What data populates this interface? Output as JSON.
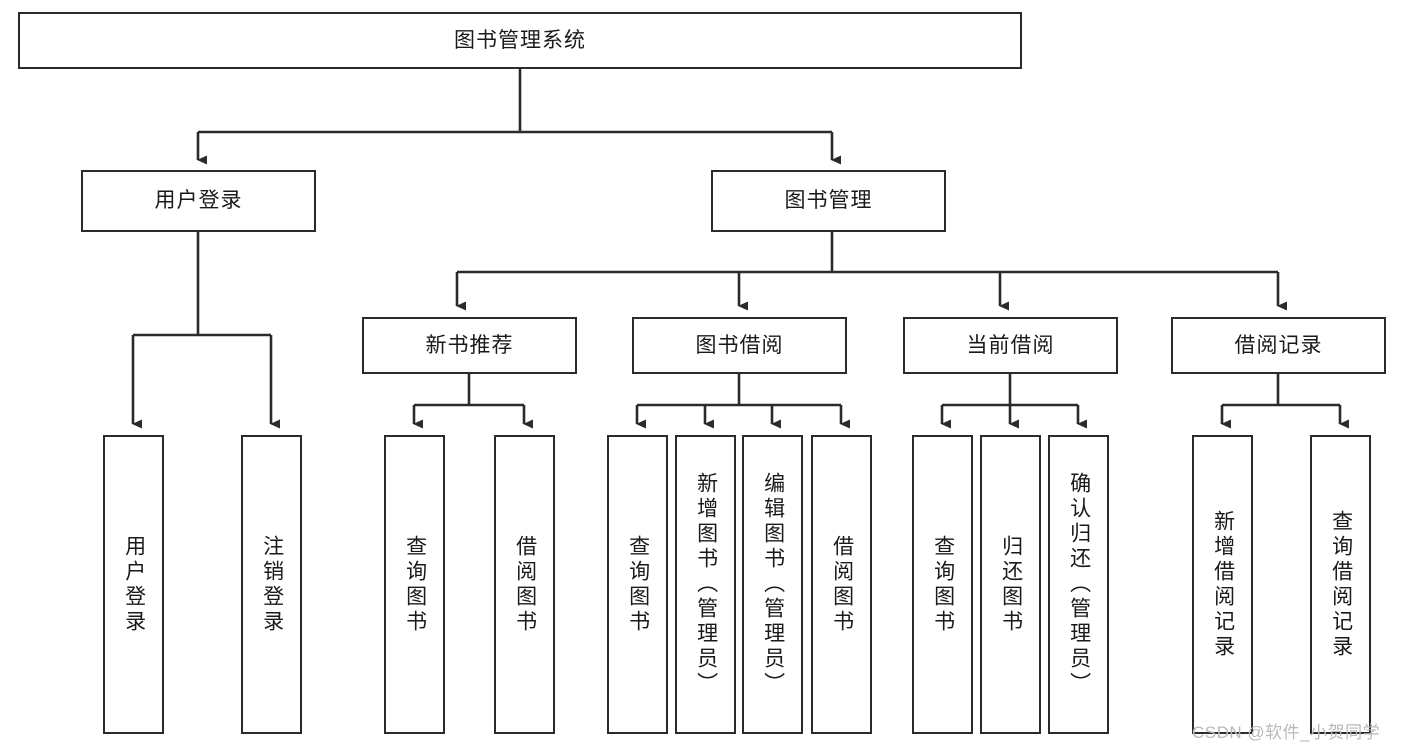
{
  "diagram": {
    "title": "图书管理系统",
    "type": "tree-hierarchy-diagram",
    "colors": {
      "stroke": "#2b2b2b",
      "fill": "#ffffff",
      "watermark": "#b9b9b9"
    },
    "root": {
      "label": "图书管理系统"
    },
    "level2": [
      {
        "label": "用户登录"
      },
      {
        "label": "图书管理"
      }
    ],
    "level3": [
      {
        "label": "新书推荐"
      },
      {
        "label": "图书借阅"
      },
      {
        "label": "当前借阅"
      },
      {
        "label": "借阅记录"
      }
    ],
    "leaves": [
      {
        "label": "用户登录"
      },
      {
        "label": "注销登录"
      },
      {
        "label": "查询图书"
      },
      {
        "label": "借阅图书"
      },
      {
        "label": "查询图书"
      },
      {
        "label": "新增图书（管理员）"
      },
      {
        "label": "编辑图书（管理员）"
      },
      {
        "label": "借阅图书"
      },
      {
        "label": "查询图书"
      },
      {
        "label": "归还图书"
      },
      {
        "label": "确认归还（管理员）"
      },
      {
        "label": "新增借阅记录"
      },
      {
        "label": "查询借阅记录"
      }
    ]
  },
  "watermark": {
    "text": "CSDN @软件_小贺同学"
  }
}
